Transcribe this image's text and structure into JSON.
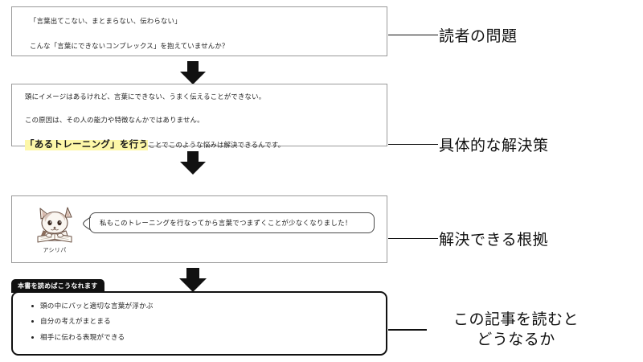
{
  "diagram": {
    "title": "book-structure-flow",
    "blocks": [
      {
        "id": "problem",
        "lines": [
          "「言葉出てこない、まとまらない、伝わらない」",
          "こんな「言葉にできないコンプレックス」を抱えていませんか？"
        ]
      },
      {
        "id": "solution",
        "lines": [
          "頭にイメージはあるけれど、言葉にできない、うまく伝えることができない。",
          "この原因は、その人の能力や特徴なんかではありません。"
        ],
        "emphasis": {
          "highlight": "「あるトレーニング」を行う",
          "rest": "ことでこのような悩みは解決できるんです。",
          "highlight_color": "#fdf7a8"
        }
      },
      {
        "id": "evidence",
        "character_name": "アシリパ",
        "character_icon": "cat-reading-book-icon",
        "speech": "私もこのトレーニングを行なってから言葉でつまずくことが少なくなりました！"
      },
      {
        "id": "outcome",
        "tab_label": "本書を読めばこうなれます",
        "items": [
          "頭の中にパッと適切な言葉が浮かぶ",
          "自分の考えがまとまる",
          "相手に伝わる表現ができる"
        ]
      }
    ],
    "arrows": [
      {
        "id": "arrow-1",
        "icon": "arrow-down-icon"
      },
      {
        "id": "arrow-2",
        "icon": "arrow-down-icon"
      },
      {
        "id": "arrow-3",
        "icon": "arrow-down-icon"
      }
    ],
    "annotations": [
      {
        "id": "annot-1",
        "text": "読者の問題"
      },
      {
        "id": "annot-2",
        "text": "具体的な解決策"
      },
      {
        "id": "annot-3",
        "text": "解決できる根拠"
      },
      {
        "id": "annot-4",
        "line1": "この記事を読むと",
        "line2": "どうなるか"
      }
    ],
    "colors": {
      "box_border": "#9a9a9a",
      "outcome_border": "#111111",
      "tab_background": "#111111",
      "arrow": "#111111",
      "highlight": "#fdf7a8",
      "background": "#ffffff"
    }
  }
}
